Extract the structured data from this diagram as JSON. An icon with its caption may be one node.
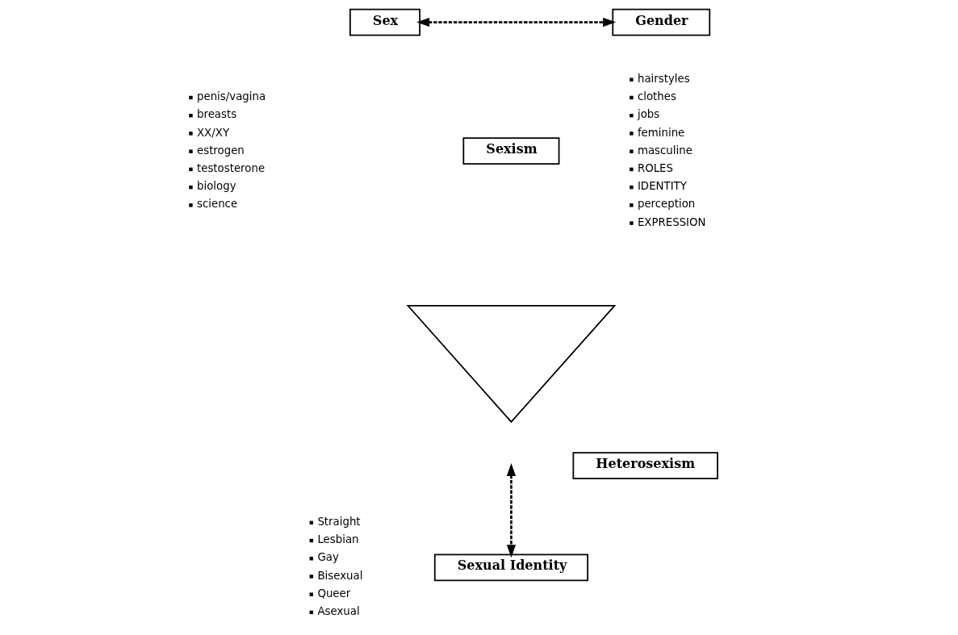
{
  "diagram": {
    "nodes": [
      {
        "text": [
          "Sex"
        ],
        "beside": [
          "penis/vagina",
          "breasts",
          "XX/XY",
          "estrogen",
          "testosterone",
          "biology",
          "science"
        ]
      },
      {
        "text": [
          "Gender"
        ],
        "beside": [
          "hairstyles",
          "clothes",
          "jobs",
          "feminine",
          "masculine",
          "ROLES",
          "IDENTITY",
          "perception",
          "EXPRESSION"
        ]
      },
      {
        "text": [],
        "shape": "triangle"
      },
      {
        "text": [
          "Sexual Identity"
        ],
        "beside": [
          "Straight",
          "Lesbian",
          "Gay",
          "Bisexual",
          "Queer",
          "Asexual"
        ]
      },
      {
        "text": [
          "Sexism"
        ]
      },
      {
        "text": [
          "Heterosexism"
        ]
      }
    ],
    "edges": [
      {
        "from": 0,
        "to": 1,
        "arrow": "both",
        "style": "dashed"
      },
      {
        "from": null,
        "to": 3,
        "arrow": "both",
        "style": "dashed"
      }
    ]
  }
}
